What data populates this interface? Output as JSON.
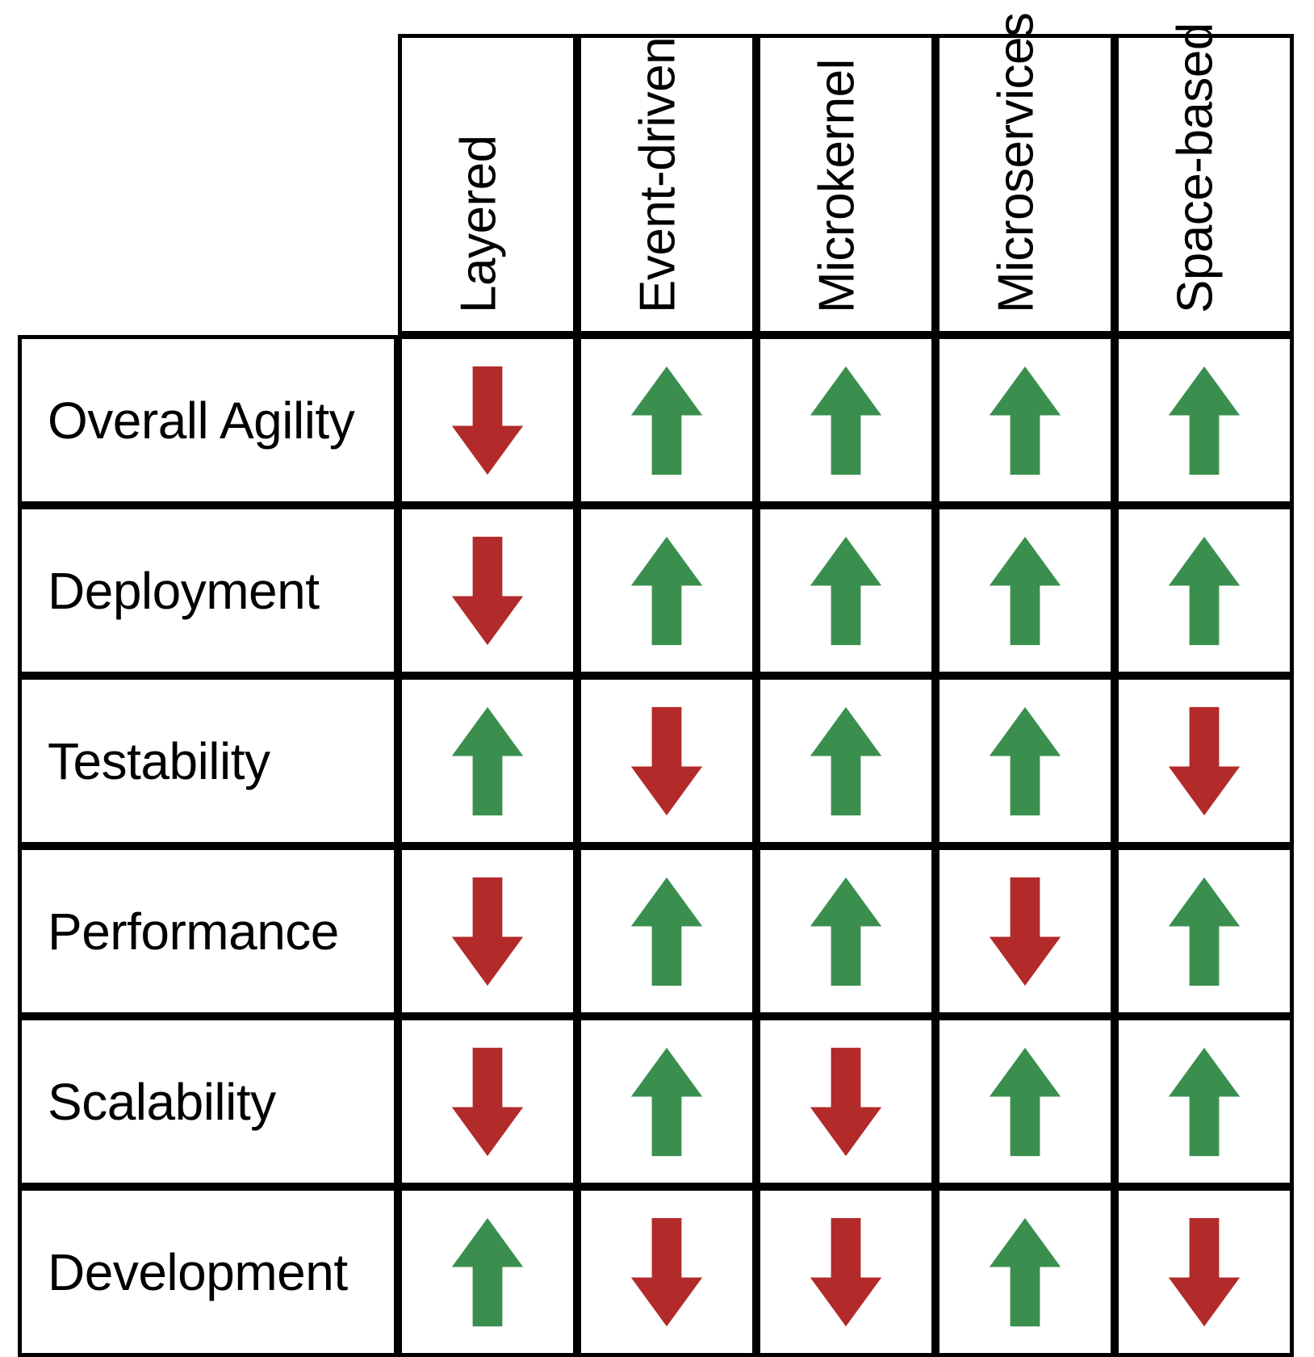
{
  "diagram": {
    "type": "comparison-matrix",
    "colors": {
      "up_arrow": "#3A8F4F",
      "down_arrow": "#B22A2A",
      "border": "#000000",
      "background": "#FFFFFF"
    },
    "corner_label": "",
    "column_headers": [
      "Layered",
      "Event-driven",
      "Microkernel",
      "Microservices",
      "Space-based"
    ],
    "row_headers": [
      "Overall Agility",
      "Deployment",
      "Testability",
      "Performance",
      "Scalability",
      "Development"
    ],
    "icon_names": {
      "up": "arrow-up-icon",
      "down": "arrow-down-icon"
    },
    "rows": [
      {
        "label": "Overall Agility",
        "cells": [
          {
            "column": "Layered",
            "direction": "down",
            "rating": "low"
          },
          {
            "column": "Event-driven",
            "direction": "up",
            "rating": "high"
          },
          {
            "column": "Microkernel",
            "direction": "up",
            "rating": "high"
          },
          {
            "column": "Microservices",
            "direction": "up",
            "rating": "high"
          },
          {
            "column": "Space-based",
            "direction": "up",
            "rating": "high"
          }
        ]
      },
      {
        "label": "Deployment",
        "cells": [
          {
            "column": "Layered",
            "direction": "down",
            "rating": "low"
          },
          {
            "column": "Event-driven",
            "direction": "up",
            "rating": "high"
          },
          {
            "column": "Microkernel",
            "direction": "up",
            "rating": "high"
          },
          {
            "column": "Microservices",
            "direction": "up",
            "rating": "high"
          },
          {
            "column": "Space-based",
            "direction": "up",
            "rating": "high"
          }
        ]
      },
      {
        "label": "Testability",
        "cells": [
          {
            "column": "Layered",
            "direction": "up",
            "rating": "high"
          },
          {
            "column": "Event-driven",
            "direction": "down",
            "rating": "low"
          },
          {
            "column": "Microkernel",
            "direction": "up",
            "rating": "high"
          },
          {
            "column": "Microservices",
            "direction": "up",
            "rating": "high"
          },
          {
            "column": "Space-based",
            "direction": "down",
            "rating": "low"
          }
        ]
      },
      {
        "label": "Performance",
        "cells": [
          {
            "column": "Layered",
            "direction": "down",
            "rating": "low"
          },
          {
            "column": "Event-driven",
            "direction": "up",
            "rating": "high"
          },
          {
            "column": "Microkernel",
            "direction": "up",
            "rating": "high"
          },
          {
            "column": "Microservices",
            "direction": "down",
            "rating": "low"
          },
          {
            "column": "Space-based",
            "direction": "up",
            "rating": "high"
          }
        ]
      },
      {
        "label": "Scalability",
        "cells": [
          {
            "column": "Layered",
            "direction": "down",
            "rating": "low"
          },
          {
            "column": "Event-driven",
            "direction": "up",
            "rating": "high"
          },
          {
            "column": "Microkernel",
            "direction": "down",
            "rating": "low"
          },
          {
            "column": "Microservices",
            "direction": "up",
            "rating": "high"
          },
          {
            "column": "Space-based",
            "direction": "up",
            "rating": "high"
          }
        ]
      },
      {
        "label": "Development",
        "cells": [
          {
            "column": "Layered",
            "direction": "up",
            "rating": "high"
          },
          {
            "column": "Event-driven",
            "direction": "down",
            "rating": "low"
          },
          {
            "column": "Microkernel",
            "direction": "down",
            "rating": "low"
          },
          {
            "column": "Microservices",
            "direction": "up",
            "rating": "high"
          },
          {
            "column": "Space-based",
            "direction": "down",
            "rating": "low"
          }
        ]
      }
    ]
  }
}
